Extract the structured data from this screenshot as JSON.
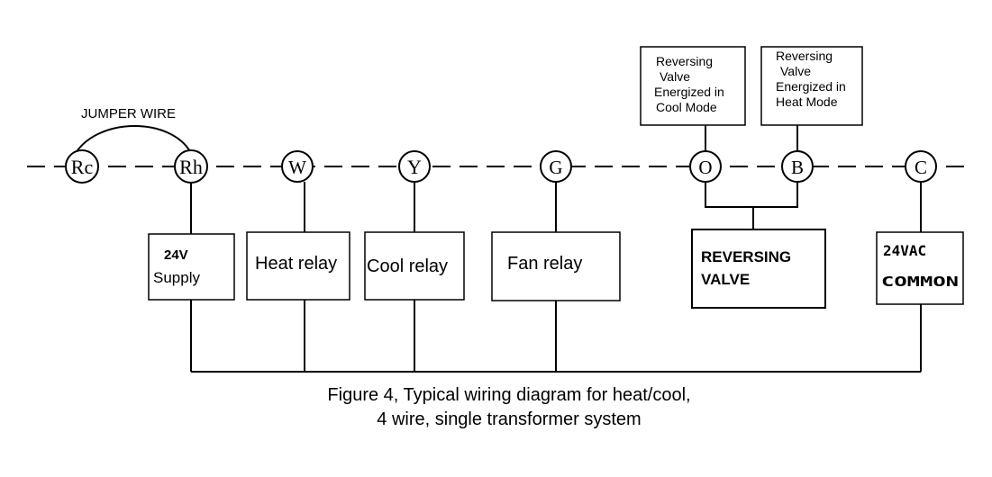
{
  "jumper_label": "JUMPER WIRE",
  "terminals": [
    "Rc",
    "Rh",
    "W",
    "Y",
    "G",
    "O",
    "B",
    "C"
  ],
  "boxes": {
    "supply": [
      "24V",
      "Supply"
    ],
    "heat_relay": "Heat relay",
    "cool_relay": "Cool relay",
    "fan_relay": "Fan relay",
    "reversing_valve": [
      "REVERSING",
      "VALVE"
    ],
    "common": [
      "24VAC",
      "COMMON"
    ]
  },
  "notes": {
    "cool": [
      "Reversing",
      "Valve",
      "Energized in",
      "Cool Mode"
    ],
    "heat": [
      "Reversing",
      "Valve",
      "Energized in",
      "Heat  Mode"
    ]
  },
  "caption": [
    "Figure 4, Typical wiring diagram for heat/cool,",
    "4 wire, single transformer system"
  ]
}
